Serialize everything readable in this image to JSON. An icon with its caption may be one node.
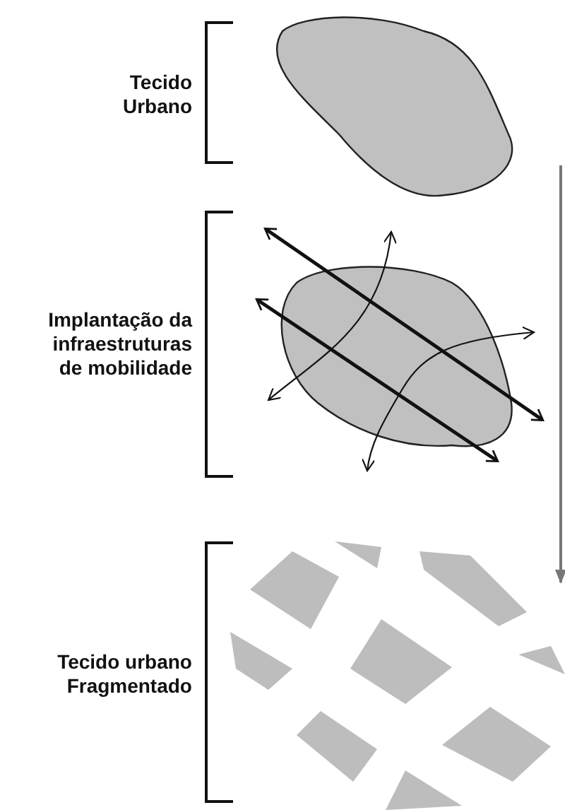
{
  "diagram": {
    "labels": [
      "Tecido Urbano",
      "Implantação da infraestruturas de mobilidade",
      "Tecido urbano Fragmentado"
    ]
  }
}
